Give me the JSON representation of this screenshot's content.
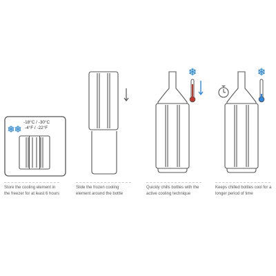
{
  "steps": [
    {
      "caption": "Store the cooling element in the freezer for at least 6 hours",
      "freezer_temp_celsius": "-18°C / -30°C",
      "freezer_temp_fahrenheit": "-4°F / -22°F",
      "icons": [
        "snowflake-icon",
        "snowflake-icon"
      ]
    },
    {
      "caption": "Slide the frozen cooling element around the bottle",
      "icons": [
        "down-arrow-icon"
      ]
    },
    {
      "caption": "Quickly chills bottles with the active cooling technique",
      "icons": [
        "snowflake-icon",
        "thermometer-hot-icon",
        "down-arrow-icon"
      ]
    },
    {
      "caption": "Keeps chilled bottles cool for a longer period of time",
      "icons": [
        "stopwatch-icon",
        "snowflake-icon",
        "thermometer-cold-icon"
      ]
    }
  ],
  "colors": {
    "snowflake": "#3b8ed0",
    "thermometer_hot": "#c0392b",
    "thermometer_cold": "#2e86de",
    "line": "#555555",
    "caption_text": "#555555",
    "divider": "#c8c8c8"
  }
}
